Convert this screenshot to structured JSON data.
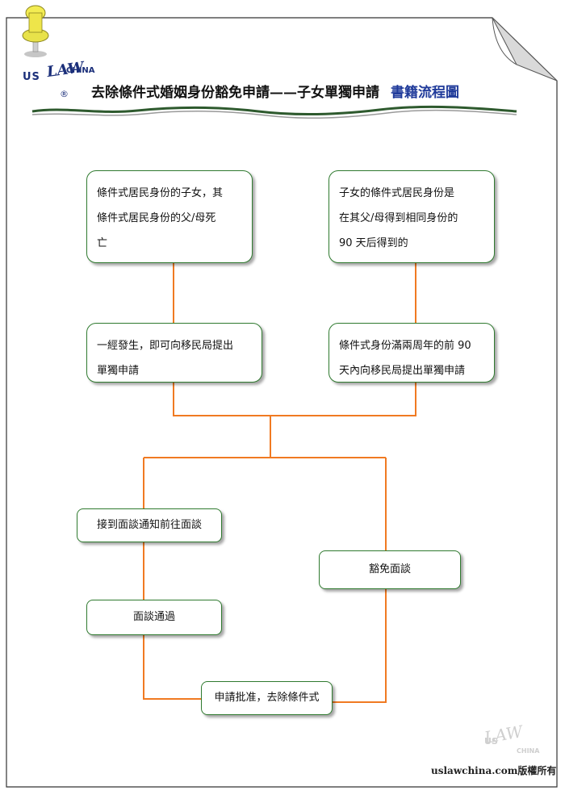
{
  "logo": {
    "us": "US",
    "law": "LAW",
    "china": "CHINA",
    "reg": "®"
  },
  "title": {
    "main": "去除條件式婚姻身份豁免申請——子女單獨申請",
    "sub": "書籍流程圖"
  },
  "nodes": {
    "n1": [
      "條件式居民身份的子女，其",
      "條件式居民身份的父/母死",
      "亡"
    ],
    "n2": [
      "子女的條件式居民身份是",
      "在其父/母得到相同身份的",
      "90 天后得到的"
    ],
    "n3": [
      "一經發生，即可向移民局提出",
      "單獨申請"
    ],
    "n4": [
      "條件式身份滿兩周年的前 90",
      "天內向移民局提出單獨申請"
    ],
    "n5": "接到面談通知前往面談",
    "n6": "豁免面談",
    "n7": "面談通過",
    "n8": "申請批准，去除條件式"
  },
  "colors": {
    "connector": "#f07a22",
    "node_border": "#2f7a2f",
    "title_sub": "#1f3a9a"
  },
  "footer": "uslawchina.com版權所有",
  "watermark": {
    "us": "US",
    "law": "LAW",
    "china": "CHINA"
  }
}
